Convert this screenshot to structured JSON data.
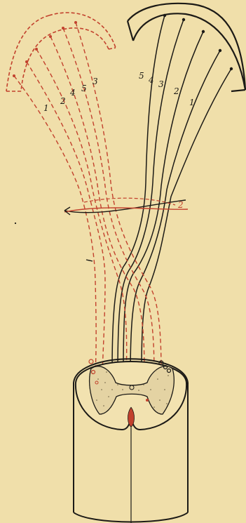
{
  "colors": {
    "background": "#f0dfaa",
    "black_ink": "#1c1a16",
    "red_ink": "#c2412d"
  },
  "labels": {
    "red_numbers": [
      "1",
      "2",
      "4",
      "5",
      "3"
    ],
    "black_numbers": [
      "5",
      "4",
      "3",
      "2",
      "1"
    ],
    "cross_mark": "2"
  }
}
